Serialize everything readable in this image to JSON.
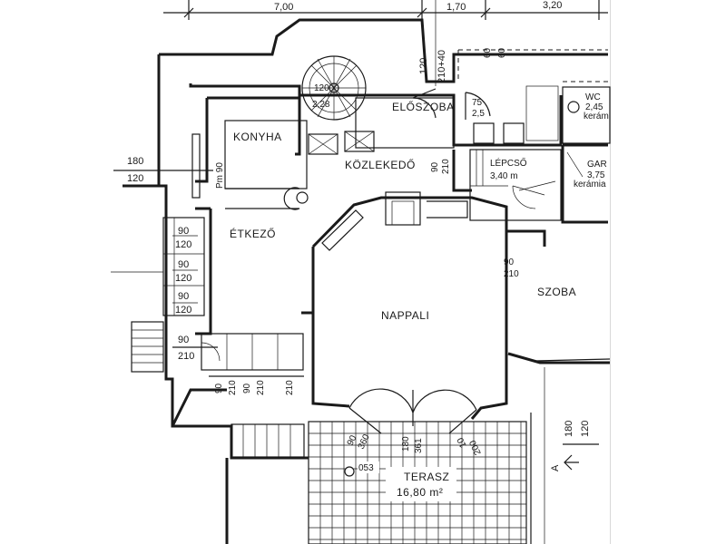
{
  "rooms": {
    "konyha": "KONYHA",
    "eloszoba": "ELŐSZOBA",
    "kozlekedo": "KÖZLEKEDŐ",
    "etkezo": "ÉTKEZŐ",
    "nappali": "NAPPALI",
    "szoba": "SZOBA",
    "wc": "WC",
    "wc_area": "2,45",
    "wc_floor": "kerám",
    "lepcso": "LÉPCSŐ",
    "lepcso_area": "3,40 m",
    "garazs": "GAR",
    "garazs_area": "3,75",
    "garazs_floor": "kerámia",
    "terasz": "TERASZ",
    "terasz_area": "16,80 m²"
  },
  "dimensions": {
    "top_700": "7,00",
    "top_170": "1,70",
    "top_320": "3,20",
    "v_120": "120",
    "v_21040": "210+40",
    "v_60a": "60",
    "v_60b": "60",
    "stair_120": "120",
    "stair_228": "2,28",
    "pm90": "Pm 90",
    "left_180": "180",
    "left_120": "120",
    "win_75": "75",
    "win_255": "2,5",
    "door_90a": "90",
    "door_210a": "210",
    "door_90b": "90",
    "door_210b": "210",
    "etk_90_1": "90",
    "etk_120_1": "120",
    "etk_90_2": "90",
    "etk_120_2": "120",
    "etk_90_3": "90",
    "etk_120_3": "120",
    "low_90": "90",
    "low_210": "210",
    "v90_1": "90",
    "v210_1": "210",
    "v90_2": "90",
    "v210_2": "210",
    "v210_3": "210",
    "t_90": "90",
    "t_360a": "360",
    "t_180": "180",
    "t_360b": "361",
    "t_10": "10",
    "t_200": "200",
    "r_180": "180",
    "r_120": "120",
    "section_a": "A",
    "drain": "053"
  }
}
